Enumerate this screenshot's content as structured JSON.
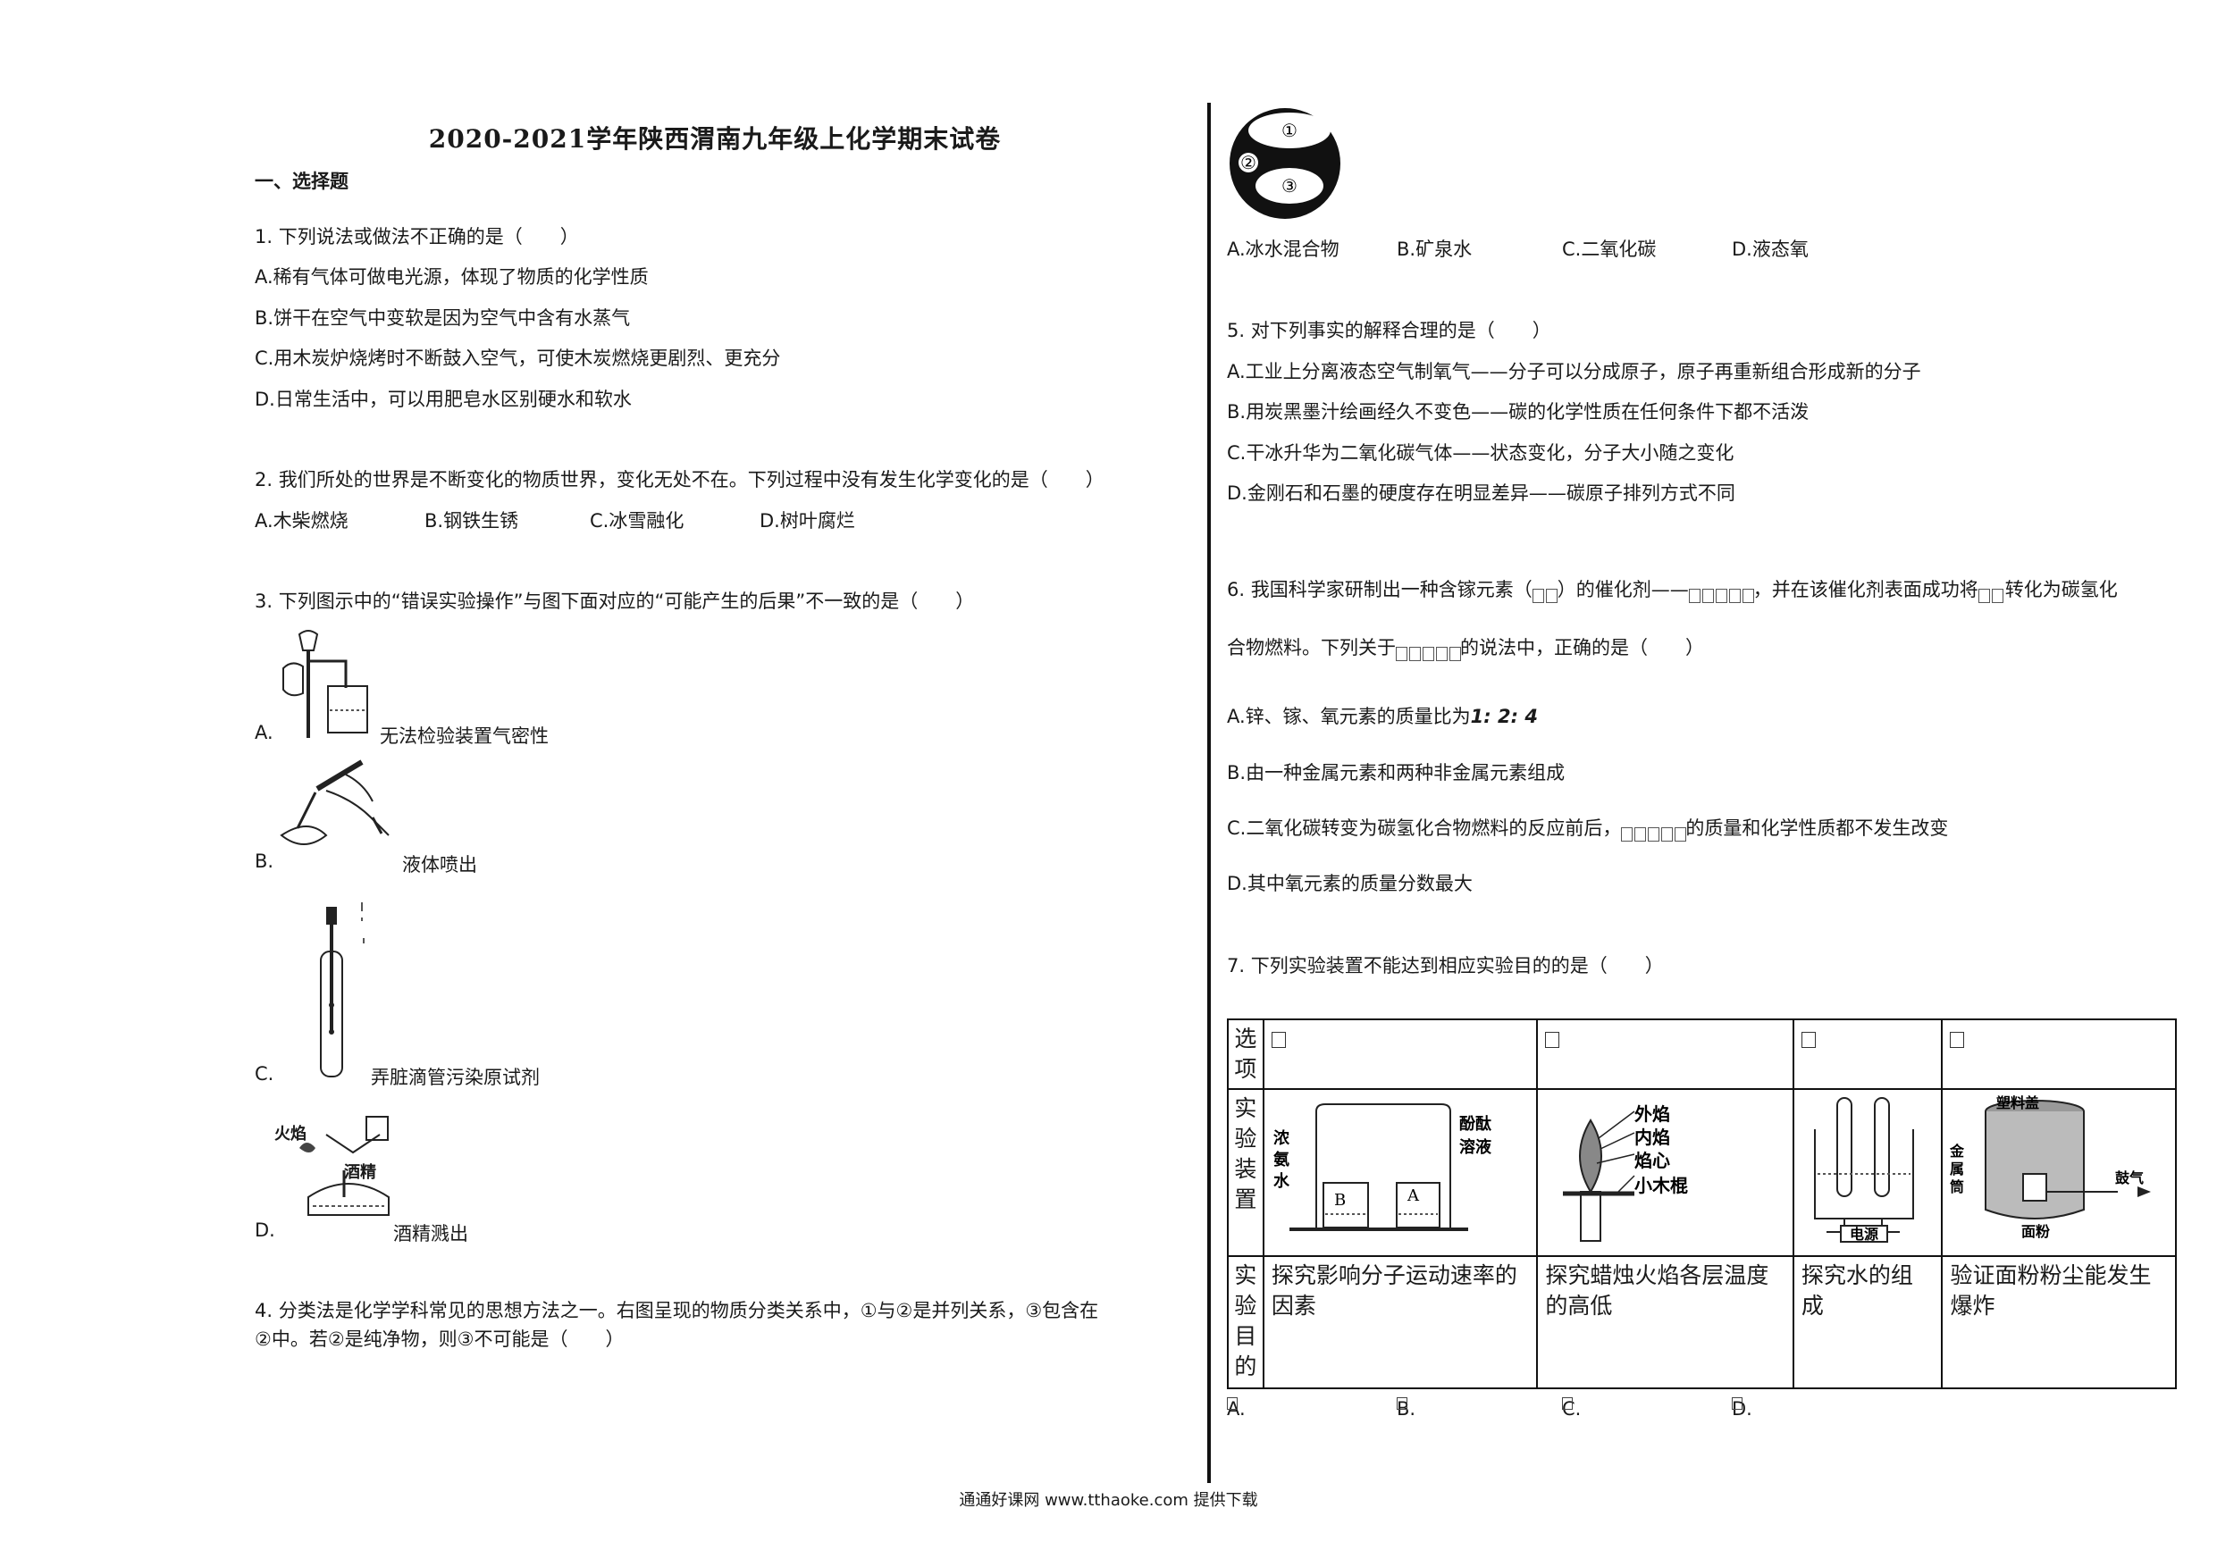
{
  "title": "2020-2021学年陕西渭南九年级上化学期末试卷",
  "section": "一、选择题",
  "q1": {
    "stem": "1. 下列说法或做法不正确的是（　　）",
    "options": [
      "A.稀有气体可做电光源，体现了物质的化学性质",
      "B.饼干在空气中变软是因为空气中含有水蒸气",
      "C.用木炭炉烧烤时不断鼓入空气，可使木炭燃烧更剧烈、更充分",
      "D.日常生活中，可以用肥皂水区别硬水和软水"
    ]
  },
  "q2": {
    "stem": "2. 我们所处的世界是不断变化的物质世界，变化无处不在。下列过程中没有发生化学变化的是（　　）",
    "options": [
      "A.木柴燃烧",
      "B.钢铁生锈",
      "C.冰雪融化",
      "D.树叶腐烂"
    ]
  },
  "q3": {
    "stem": "3. 下列图示中的“错误实验操作”与图下面对应的“可能产生的后果”不一致的是（　　）",
    "items": [
      {
        "letter": "A.",
        "caption": "无法检验装置气密性"
      },
      {
        "letter": "B.",
        "caption": "液体喷出"
      },
      {
        "letter": "C.",
        "caption": "弄脏滴管污染原试剂"
      },
      {
        "letter": "D.",
        "caption": "酒精溅出"
      }
    ],
    "fig_labels": {
      "flame": "火焰",
      "alcohol": "酒精"
    }
  },
  "q4": {
    "stem_line1": "4. 分类法是化学学科常见的思想方法之一。右图呈现的物质分类关系中，①与②是并列关系，③包含在",
    "stem_line2": "②中。若②是纯净物，则③不可能是（　　）",
    "diagram_labels": [
      "①",
      "②",
      "③"
    ],
    "options": [
      "A.冰水混合物",
      "B.矿泉水",
      "C.二氧化碳",
      "D.液态氧"
    ]
  },
  "q5": {
    "stem": "5. 对下列事实的解释合理的是（　　）",
    "options": [
      "A.工业上分离液态空气制氧气——分子可以分成原子，原子再重新组合形成新的分子",
      "B.用炭黑墨汁绘画经久不变色——碳的化学性质在任何条件下都不活泼",
      "C.干冰升华为二氧化碳气体——状态变化，分子大小随之变化",
      "D.金刚石和石墨的硬度存在明显差异——碳原子排列方式不同"
    ]
  },
  "q6": {
    "stem_a": "6. 我国科学家研制出一种含镓元素（",
    "stem_b": "）的催化剂——",
    "stem_c": "，并在该催化剂表面成功将",
    "stem_d": "转化为碳氢化",
    "stem_line2_a": "合物燃料。下列关于",
    "stem_line2_b": "的说法中，正确的是（　　）",
    "opt_a": "A.锌、镓、氧元素的质量比为",
    "opt_a_ratio": "1: 2: 4",
    "opt_b": "B.由一种金属元素和两种非金属元素组成",
    "opt_c_a": "C.二氧化碳转变为碳氢化合物燃料的反应前后，",
    "opt_c_b": "的质量和化学性质都不发生改变",
    "opt_d": "D.其中氧元素的质量分数最大"
  },
  "q7": {
    "stem": "7. 下列实验装置不能达到相应实验目的的是（　　）",
    "row_headers": [
      "选项",
      "实验装置",
      "实验目的"
    ],
    "purposes": [
      "探究影响分子运动速率的因素",
      "探究蜡烛火焰各层温度的高低",
      "探究水的组成",
      "验证面粉粉尘能发生爆炸"
    ],
    "fig_labels": {
      "a": [
        "浓氨水",
        "酚酞溶液",
        "B",
        "A"
      ],
      "b": [
        "外焰",
        "内焰",
        "焰心",
        "小木棍"
      ],
      "c": [
        "电源"
      ],
      "d": [
        "塑料盖",
        "金属筒",
        "鼓气",
        "面粉"
      ]
    },
    "answers": [
      "A.",
      "B.",
      "C.",
      "D."
    ]
  },
  "footer": "通通好课网 www.tthaoke.com 提供下载"
}
